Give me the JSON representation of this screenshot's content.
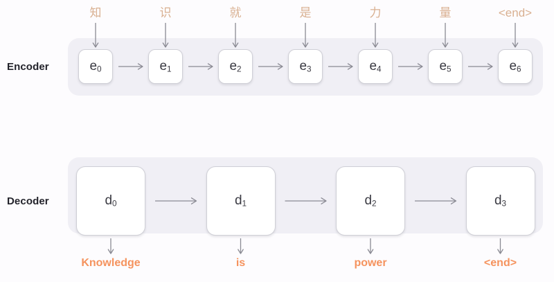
{
  "encoder": {
    "label": "Encoder",
    "cells": [
      {
        "base": "e",
        "sub": "0"
      },
      {
        "base": "e",
        "sub": "1"
      },
      {
        "base": "e",
        "sub": "2"
      },
      {
        "base": "e",
        "sub": "3"
      },
      {
        "base": "e",
        "sub": "4"
      },
      {
        "base": "e",
        "sub": "5"
      },
      {
        "base": "e",
        "sub": "6"
      }
    ],
    "inputs": [
      "知",
      "识",
      "就",
      "是",
      "力",
      "量",
      "<end>"
    ]
  },
  "decoder": {
    "label": "Decoder",
    "cells": [
      {
        "base": "d",
        "sub": "0"
      },
      {
        "base": "d",
        "sub": "1"
      },
      {
        "base": "d",
        "sub": "2"
      },
      {
        "base": "d",
        "sub": "3"
      }
    ],
    "outputs": [
      "Knowledge",
      "is",
      "power",
      "<end>"
    ]
  },
  "colors": {
    "input_token": "#d9b091",
    "output_token": "#f5935e",
    "panel": "#f0eff5",
    "cell_border": "#cfcfd6",
    "arrow": "#8a8a93",
    "label_text": "#23232b",
    "background": "#fdfcfe"
  }
}
